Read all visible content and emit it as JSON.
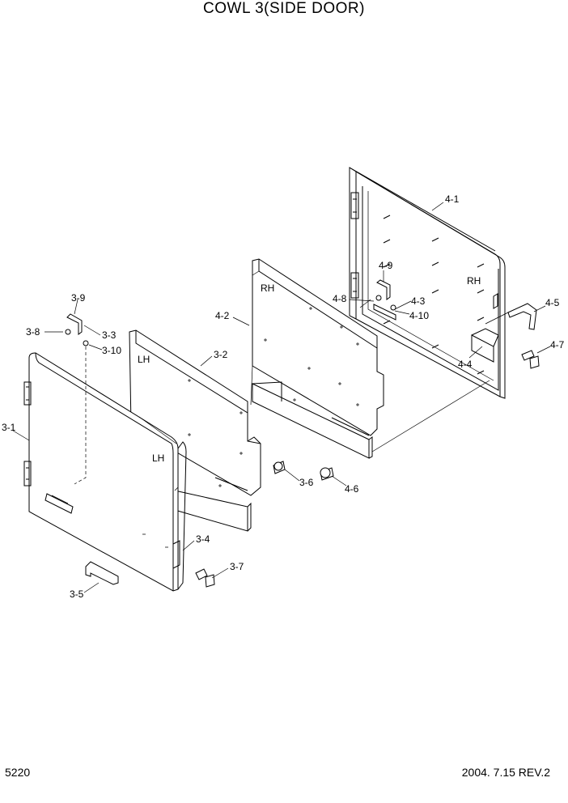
{
  "page": {
    "title": "COWL 3(SIDE DOOR)",
    "page_number": "5220",
    "date_rev": "2004. 7.15  REV.2"
  },
  "side_marks": {
    "lh_panel": "LH",
    "lh_door": "LH",
    "rh_panel": "RH",
    "rh_door": "RH"
  },
  "parts": {
    "p3_1": "3-1",
    "p3_2": "3-2",
    "p3_3": "3-3",
    "p3_4": "3-4",
    "p3_5": "3-5",
    "p3_6": "3-6",
    "p3_7": "3-7",
    "p3_8": "3-8",
    "p3_9": "3-9",
    "p3_10": "3-10",
    "p4_1": "4-1",
    "p4_2": "4-2",
    "p4_3": "4-3",
    "p4_4": "4-4",
    "p4_5": "4-5",
    "p4_6": "4-6",
    "p4_7": "4-7",
    "p4_8": "4-8",
    "p4_9": "4-9",
    "p4_10": "4-10"
  }
}
